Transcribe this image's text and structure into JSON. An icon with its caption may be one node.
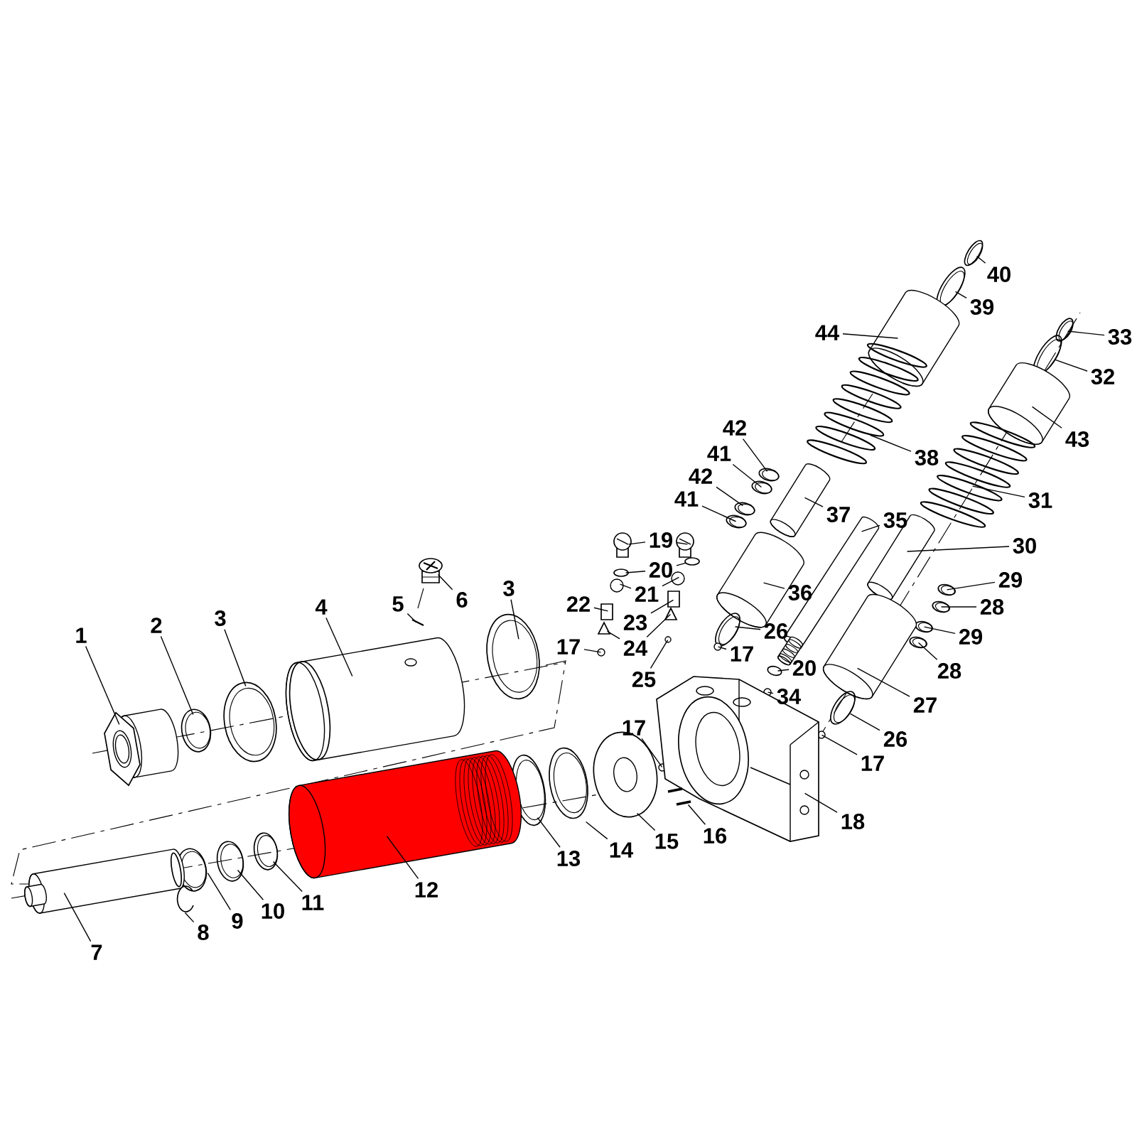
{
  "diagram": {
    "nodes": [
      {
        "text": [
          "40"
        ]
      },
      {
        "text": [
          "39"
        ]
      },
      {
        "text": [
          "44"
        ]
      },
      {
        "text": [
          "33"
        ]
      },
      {
        "text": [
          "32"
        ]
      },
      {
        "text": [
          "43"
        ]
      },
      {
        "text": [
          "42"
        ]
      },
      {
        "text": [
          "38"
        ]
      },
      {
        "text": [
          "41"
        ]
      },
      {
        "text": [
          "42"
        ]
      },
      {
        "text": [
          "31"
        ]
      },
      {
        "text": [
          "41"
        ]
      },
      {
        "text": [
          "37"
        ]
      },
      {
        "text": [
          "35"
        ]
      },
      {
        "text": [
          "19"
        ]
      },
      {
        "text": [
          "30"
        ]
      },
      {
        "text": [
          "20"
        ]
      },
      {
        "text": [
          "29"
        ]
      },
      {
        "text": [
          "21"
        ]
      },
      {
        "text": [
          "36"
        ]
      },
      {
        "text": [
          "22"
        ]
      },
      {
        "text": [
          "28"
        ]
      },
      {
        "text": [
          "23"
        ]
      },
      {
        "text": [
          "26"
        ]
      },
      {
        "text": [
          "29"
        ]
      },
      {
        "text": [
          "17"
        ]
      },
      {
        "text": [
          "24"
        ]
      },
      {
        "text": [
          "17"
        ]
      },
      {
        "text": [
          "28"
        ]
      },
      {
        "text": [
          "20"
        ]
      },
      {
        "text": [
          "25"
        ]
      },
      {
        "text": [
          "34"
        ]
      },
      {
        "text": [
          "27"
        ]
      },
      {
        "text": [
          "1"
        ]
      },
      {
        "text": [
          "2"
        ]
      },
      {
        "text": [
          "3"
        ]
      },
      {
        "text": [
          "4"
        ]
      },
      {
        "text": [
          "5"
        ]
      },
      {
        "text": [
          "6"
        ]
      },
      {
        "text": [
          "3"
        ]
      },
      {
        "text": [
          "26"
        ]
      },
      {
        "text": [
          "17"
        ]
      },
      {
        "text": [
          "17"
        ]
      },
      {
        "text": [
          "18"
        ]
      },
      {
        "text": [
          "16"
        ]
      },
      {
        "text": [
          "15"
        ]
      },
      {
        "text": [
          "14"
        ]
      },
      {
        "text": [
          "13"
        ]
      },
      {
        "text": [
          "12"
        ]
      },
      {
        "text": [
          "11"
        ]
      },
      {
        "text": [
          "10"
        ]
      },
      {
        "text": [
          "9"
        ]
      },
      {
        "text": [
          "8"
        ]
      },
      {
        "text": [
          "7"
        ]
      },
      {
        "text": [],
        "shape": "ring"
      },
      {
        "text": [],
        "shape": "ring"
      },
      {
        "text": [],
        "shape": "cylinder"
      },
      {
        "text": [],
        "shape": "ring"
      },
      {
        "text": [],
        "shape": "ring"
      },
      {
        "text": [],
        "shape": "cylinder"
      },
      {
        "text": [],
        "shape": "ring"
      },
      {
        "text": [],
        "shape": "spring"
      },
      {
        "text": [],
        "shape": "ring"
      },
      {
        "text": [],
        "shape": "ring"
      },
      {
        "text": [],
        "shape": "spring"
      },
      {
        "text": [],
        "shape": "ring"
      },
      {
        "text": [],
        "shape": "cylinder"
      },
      {
        "text": [],
        "shape": "picture"
      },
      {
        "text": [],
        "shape": "picture"
      },
      {
        "text": [],
        "shape": "picture"
      },
      {
        "text": [],
        "shape": "cylinder"
      },
      {
        "text": [],
        "shape": "ring"
      },
      {
        "text": [],
        "shape": "ring"
      },
      {
        "text": [],
        "shape": "ring"
      },
      {
        "text": [],
        "shape": "circle"
      },
      {
        "text": [],
        "shape": "circle"
      },
      {
        "text": [],
        "shape": "cylinder"
      },
      {
        "text": [],
        "shape": "box"
      },
      {
        "text": [],
        "shape": "ring"
      },
      {
        "text": [],
        "shape": "box"
      },
      {
        "text": [],
        "shape": "ring"
      },
      {
        "text": [],
        "shape": "ring"
      },
      {
        "text": [],
        "shape": "circle"
      },
      {
        "text": [],
        "shape": "picture"
      },
      {
        "text": [],
        "shape": "picture"
      },
      {
        "text": [],
        "shape": "circle"
      },
      {
        "text": [],
        "shape": "ring"
      },
      {
        "text": [],
        "shape": "ring"
      },
      {
        "text": [],
        "shape": "circle"
      },
      {
        "text": [],
        "shape": "circle"
      },
      {
        "text": [],
        "shape": "cylinder"
      },
      {
        "text": [],
        "shape": "picture"
      },
      {
        "text": [],
        "shape": "ring"
      },
      {
        "text": [],
        "shape": "ring"
      },
      {
        "text": [],
        "shape": "picture"
      },
      {
        "text": [],
        "shape": "picture"
      },
      {
        "text": [],
        "shape": "picture"
      },
      {
        "text": [],
        "shape": "ring"
      },
      {
        "text": [],
        "shape": "ring"
      },
      {
        "text": [],
        "shape": "circle"
      },
      {
        "text": [],
        "shape": "circle"
      },
      {
        "text": [],
        "shape": "picture"
      },
      {
        "text": [],
        "shape": "picture"
      },
      {
        "text": [],
        "shape": "picture"
      },
      {
        "text": [],
        "shape": "ring"
      },
      {
        "text": [],
        "shape": "ring"
      },
      {
        "text": [],
        "shape": "picture"
      },
      {
        "text": [],
        "shape": "ring"
      },
      {
        "text": [],
        "shape": "ring"
      },
      {
        "text": [],
        "shape": "ring"
      },
      {
        "text": [],
        "shape": "picture"
      },
      {
        "text": [],
        "shape": "picture"
      }
    ],
    "edges": [
      {
        "from": 0,
        "to": 54,
        "arrow": "none"
      },
      {
        "from": 1,
        "to": 55,
        "arrow": "none"
      },
      {
        "from": 2,
        "to": 56,
        "arrow": "none"
      },
      {
        "from": 3,
        "to": 57,
        "arrow": "none"
      },
      {
        "from": 4,
        "to": 58,
        "arrow": "none"
      },
      {
        "from": 5,
        "to": 59,
        "arrow": "none"
      },
      {
        "from": 6,
        "to": 60,
        "arrow": "none"
      },
      {
        "from": 7,
        "to": 61,
        "arrow": "none"
      },
      {
        "from": 8,
        "to": 62,
        "arrow": "none"
      },
      {
        "from": 9,
        "to": 63,
        "arrow": "none"
      },
      {
        "from": 10,
        "to": 64,
        "arrow": "none"
      },
      {
        "from": 11,
        "to": 65,
        "arrow": "none"
      },
      {
        "from": 12,
        "to": 66,
        "arrow": "none"
      },
      {
        "from": 13,
        "to": 67,
        "arrow": "none"
      },
      {
        "from": 14,
        "to": 68,
        "arrow": "none"
      },
      {
        "from": 14,
        "to": 69,
        "arrow": "none"
      },
      {
        "from": 15,
        "to": 70,
        "arrow": "none"
      },
      {
        "from": 16,
        "to": 71,
        "arrow": "none"
      },
      {
        "from": 16,
        "to": 72,
        "arrow": "none"
      },
      {
        "from": 17,
        "to": 73,
        "arrow": "none"
      },
      {
        "from": 18,
        "to": 74,
        "arrow": "none"
      },
      {
        "from": 18,
        "to": 75,
        "arrow": "none"
      },
      {
        "from": 19,
        "to": 76,
        "arrow": "none"
      },
      {
        "from": 20,
        "to": 77,
        "arrow": "none"
      },
      {
        "from": 21,
        "to": 78,
        "arrow": "none"
      },
      {
        "from": 22,
        "to": 79,
        "arrow": "none"
      },
      {
        "from": 23,
        "to": 80,
        "arrow": "none"
      },
      {
        "from": 24,
        "to": 81,
        "arrow": "none"
      },
      {
        "from": 25,
        "to": 82,
        "arrow": "none"
      },
      {
        "from": 26,
        "to": 83,
        "arrow": "none"
      },
      {
        "from": 26,
        "to": 84,
        "arrow": "none"
      },
      {
        "from": 27,
        "to": 85,
        "arrow": "none"
      },
      {
        "from": 28,
        "to": 86,
        "arrow": "none"
      },
      {
        "from": 29,
        "to": 87,
        "arrow": "none"
      },
      {
        "from": 30,
        "to": 88,
        "arrow": "none"
      },
      {
        "from": 31,
        "to": 89,
        "arrow": "none"
      },
      {
        "from": 32,
        "to": 90,
        "arrow": "none"
      },
      {
        "from": 33,
        "to": 91,
        "arrow": "none"
      },
      {
        "from": 34,
        "to": 92,
        "arrow": "none"
      },
      {
        "from": 35,
        "to": 93,
        "arrow": "none"
      },
      {
        "from": 36,
        "to": 94,
        "arrow": "none"
      },
      {
        "from": 37,
        "to": 95,
        "arrow": "none"
      },
      {
        "from": 38,
        "to": 96,
        "arrow": "none"
      },
      {
        "from": 39,
        "to": 97,
        "arrow": "none"
      },
      {
        "from": 40,
        "to": 98,
        "arrow": "none"
      },
      {
        "from": 41,
        "to": 99,
        "arrow": "none"
      },
      {
        "from": 42,
        "to": 100,
        "arrow": "none"
      },
      {
        "from": 43,
        "to": 101,
        "arrow": "none"
      },
      {
        "from": 44,
        "to": 102,
        "arrow": "none"
      },
      {
        "from": 45,
        "to": 103,
        "arrow": "none"
      },
      {
        "from": 46,
        "to": 104,
        "arrow": "none"
      },
      {
        "from": 47,
        "to": 105,
        "arrow": "none"
      },
      {
        "from": 48,
        "to": 106,
        "arrow": "none"
      },
      {
        "from": 49,
        "to": 107,
        "arrow": "none"
      },
      {
        "from": 50,
        "to": 108,
        "arrow": "none"
      },
      {
        "from": 51,
        "to": 109,
        "arrow": "none"
      },
      {
        "from": 52,
        "to": 110,
        "arrow": "none"
      },
      {
        "from": 53,
        "to": 111,
        "arrow": "none"
      }
    ]
  }
}
